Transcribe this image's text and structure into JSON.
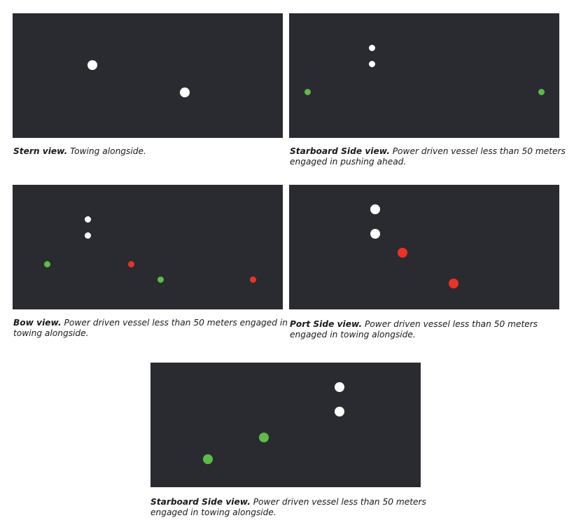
{
  "colors": {
    "panel": "#2a2b31",
    "white": "#ffffff",
    "green": "#5dbb46",
    "red": "#ef3123"
  },
  "figures": [
    {
      "title": "Stern view.",
      "description": "Towing alongside.",
      "lights": [
        {
          "color": "white"
        },
        {
          "color": "white"
        }
      ]
    },
    {
      "title": "Starboard Side view.",
      "description": "Power driven vessel less than 50 meters engaged in pushing ahead.",
      "lights": [
        {
          "color": "white"
        },
        {
          "color": "white"
        },
        {
          "color": "green"
        },
        {
          "color": "green"
        }
      ]
    },
    {
      "title": "Bow view.",
      "description": "Power driven vessel less than 50 meters engaged in towing alongside.",
      "lights": [
        {
          "color": "white"
        },
        {
          "color": "white"
        },
        {
          "color": "green"
        },
        {
          "color": "red"
        },
        {
          "color": "green"
        },
        {
          "color": "red"
        }
      ]
    },
    {
      "title": "Port Side view.",
      "description": "Power driven vessel less than 50 meters engaged in towing alongside.",
      "lights": [
        {
          "color": "white"
        },
        {
          "color": "white"
        },
        {
          "color": "red"
        },
        {
          "color": "red"
        }
      ]
    },
    {
      "title": "Starboard Side view.",
      "description": "Power driven vessel less than 50 meters engaged in towing alongside.",
      "lights": [
        {
          "color": "white"
        },
        {
          "color": "white"
        },
        {
          "color": "green"
        },
        {
          "color": "green"
        }
      ]
    }
  ]
}
